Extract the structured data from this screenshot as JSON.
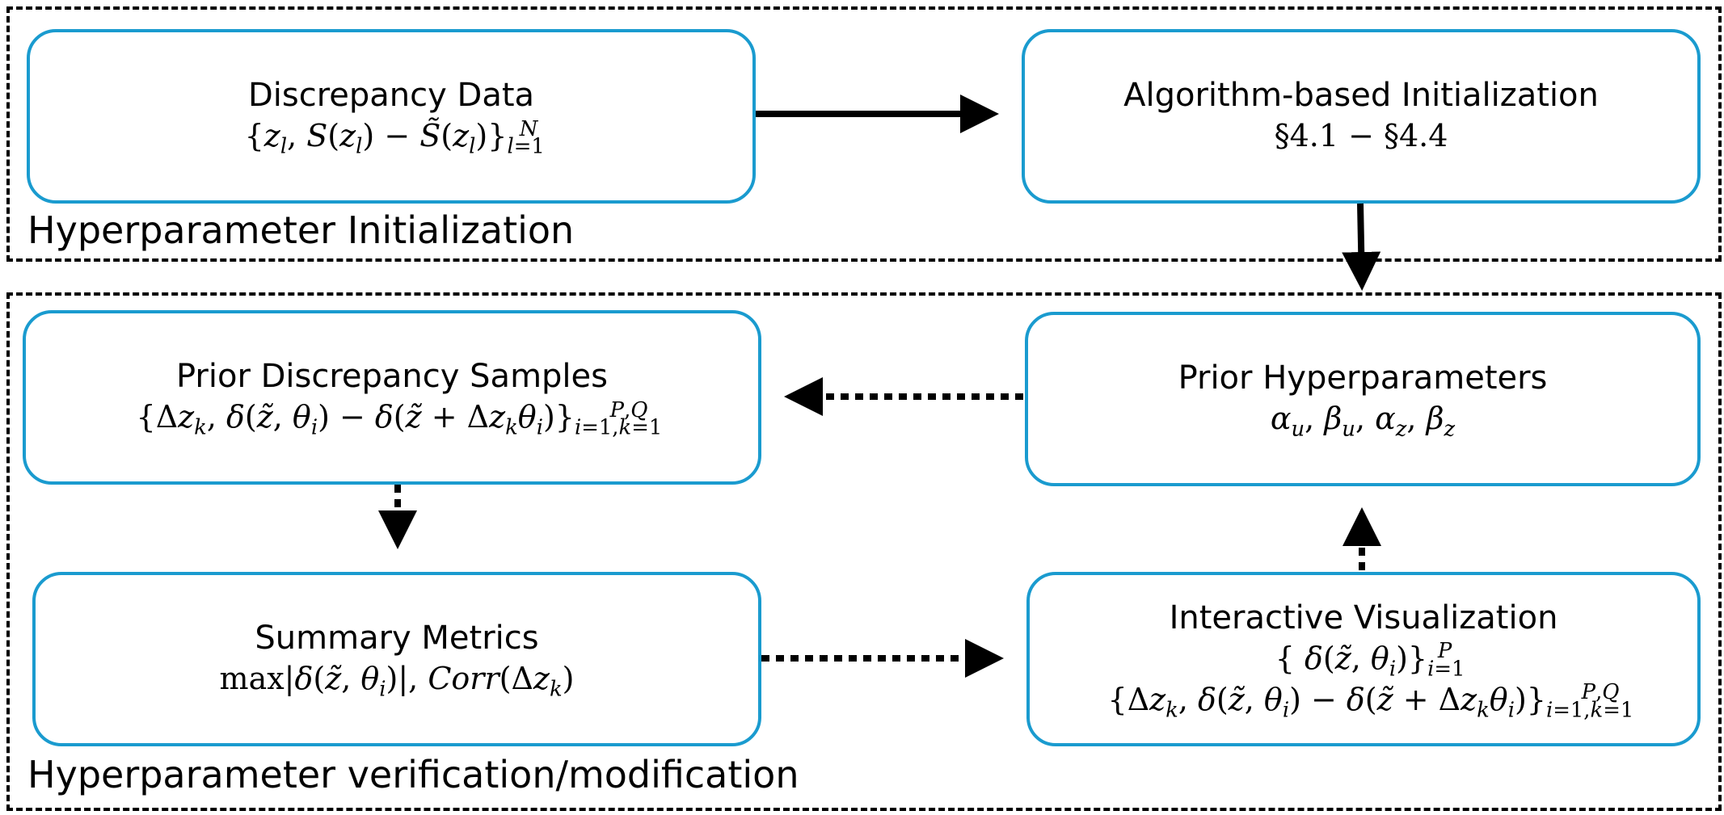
{
  "groups": {
    "init_label": "Hyperparameter Initialization",
    "verify_label": "Hyperparameter verification/modification"
  },
  "nodes": {
    "discrepancy_data": {
      "title": "Discrepancy Data",
      "math": "{z_l, S(z_l) − S̃(z_l)}_{l=1}^{N}"
    },
    "algorithm_init": {
      "title": "Algorithm-based Initialization",
      "math": "§4.1  − §4.4"
    },
    "prior_hyperparameters": {
      "title": "Prior Hyperparameters",
      "math": "α_u, β_u, α_z, β_z"
    },
    "prior_samples": {
      "title": "Prior Discrepancy Samples",
      "math": "{Δz_k, δ(z̃, θ_i) − δ(z̃ + Δz_k θ_i)}_{i=1,k=1}^{P,Q}"
    },
    "summary_metrics": {
      "title": "Summary Metrics",
      "math": "max|δ(z̃, θ_i)|, Corr(Δz_k)"
    },
    "interactive_viz": {
      "title": "Interactive Visualization",
      "math_line1": "{ δ(z̃, θ_i)}_{i=1}^{P}",
      "math_line2": "{Δz_k, δ(z̃, θ_i) − δ(z̃ + Δz_k θ_i)}_{i=1,k=1}^{P,Q}"
    }
  }
}
